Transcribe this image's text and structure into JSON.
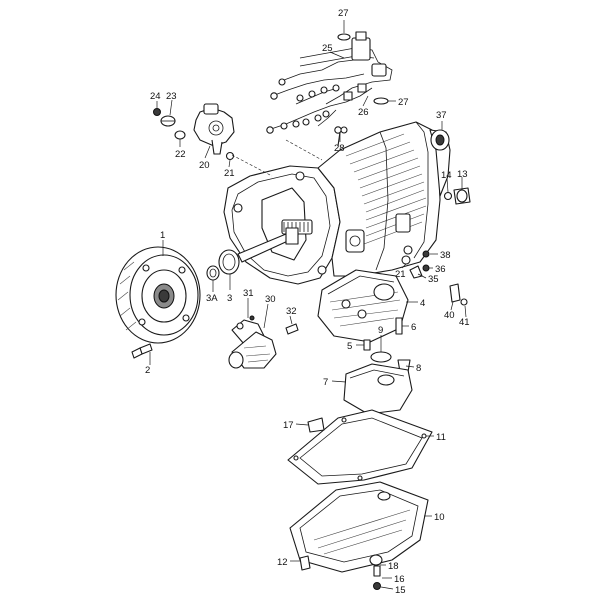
{
  "callouts": [
    {
      "id": "c27a",
      "label": "27"
    },
    {
      "id": "c25",
      "label": "25"
    },
    {
      "id": "c27b",
      "label": "27"
    },
    {
      "id": "c26",
      "label": "26"
    },
    {
      "id": "c28",
      "label": "28"
    },
    {
      "id": "c24",
      "label": "24"
    },
    {
      "id": "c23",
      "label": "23"
    },
    {
      "id": "c22",
      "label": "22"
    },
    {
      "id": "c20",
      "label": "20"
    },
    {
      "id": "c21a",
      "label": "21"
    },
    {
      "id": "c37",
      "label": "37"
    },
    {
      "id": "c14",
      "label": "14"
    },
    {
      "id": "c13",
      "label": "13"
    },
    {
      "id": "c1",
      "label": "1"
    },
    {
      "id": "c38",
      "label": "38"
    },
    {
      "id": "c21b",
      "label": "21"
    },
    {
      "id": "c36",
      "label": "36"
    },
    {
      "id": "c35",
      "label": "35"
    },
    {
      "id": "c3a",
      "label": "3A"
    },
    {
      "id": "c3",
      "label": "3"
    },
    {
      "id": "c31",
      "label": "31"
    },
    {
      "id": "c4",
      "label": "4"
    },
    {
      "id": "c40",
      "label": "40"
    },
    {
      "id": "c41",
      "label": "41"
    },
    {
      "id": "c30",
      "label": "30"
    },
    {
      "id": "c32",
      "label": "32"
    },
    {
      "id": "c6",
      "label": "6"
    },
    {
      "id": "c9",
      "label": "9"
    },
    {
      "id": "c5",
      "label": "5"
    },
    {
      "id": "c8",
      "label": "8"
    },
    {
      "id": "c2",
      "label": "2"
    },
    {
      "id": "c7",
      "label": "7"
    },
    {
      "id": "c17",
      "label": "17"
    },
    {
      "id": "c11",
      "label": "11"
    },
    {
      "id": "c10",
      "label": "10"
    },
    {
      "id": "c12",
      "label": "12"
    },
    {
      "id": "c18",
      "label": "18"
    },
    {
      "id": "c16",
      "label": "16"
    },
    {
      "id": "c15",
      "label": "15"
    }
  ]
}
